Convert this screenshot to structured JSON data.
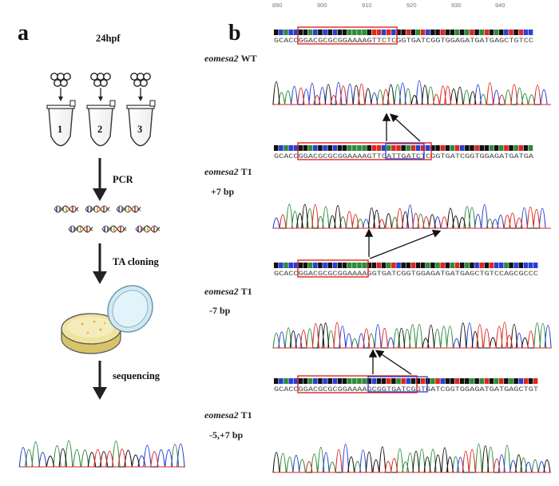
{
  "panels": {
    "a": {
      "letter": "a",
      "time_label": "24hpf",
      "tube_labels": [
        "1",
        "2",
        "3"
      ],
      "steps": [
        "PCR",
        "TA cloning",
        "sequencing"
      ]
    },
    "b": {
      "letter": "b",
      "ruler_ticks": [
        "890",
        "900",
        "910",
        "920",
        "930",
        "940"
      ],
      "tracks": [
        {
          "gene": "eomesa2",
          "suffix": "WT",
          "extra": "",
          "sequence": "GCACCGGACGCGCGGAAAAGTTCTCGGTGATCGGTGGAGATGATGAGCTGTCC"
        },
        {
          "gene": "eomesa2",
          "suffix": "T1",
          "extra": "+7 bp",
          "sequence": "GCACCGGACGCGCGGAAAAGTTCATTGATCTCGGTGATCGGTGGAGATGATGA"
        },
        {
          "gene": "eomesa2",
          "suffix": "T1",
          "extra": "-7 bp",
          "sequence": "GCACCGGACGCGCGGAAAAGGTGATCGGTGGAGATGATGAGCTGTCCAGCGCCC"
        },
        {
          "gene": "eomesa2",
          "suffix": "T1",
          "extra": "-5,+7 bp",
          "sequence": "GCACCGGACGCGCGGAAAAGCGGTGATCGGTGATCGGTGGAGATGATGAGCTGT"
        }
      ]
    }
  },
  "colors": {
    "A": "#2e8b3a",
    "C": "#2a3fd1",
    "G": "#111111",
    "T": "#e0261e",
    "highlight_red": "#e0261e",
    "highlight_blue": "#2a3fd1"
  }
}
